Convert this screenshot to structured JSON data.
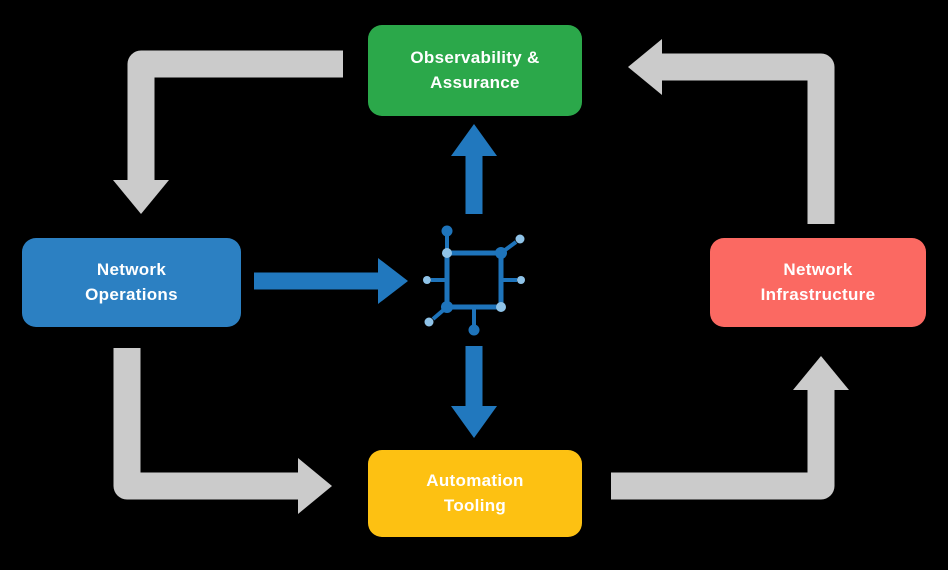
{
  "diagram": {
    "nodes": {
      "observability": {
        "lines": [
          "Observability &",
          "Assurance"
        ],
        "color": "#2BA84A"
      },
      "network_operations": {
        "lines": [
          "Network",
          "Operations"
        ],
        "color": "#2C80C2"
      },
      "network_infrastructure": {
        "lines": [
          "Network",
          "Infrastructure"
        ],
        "color": "#FB6962"
      },
      "automation_tooling": {
        "lines": [
          "Automation",
          "Tooling"
        ],
        "color": "#FDC112"
      }
    },
    "colors": {
      "background": "#000000",
      "arrow_gray": "#CBCBCB",
      "arrow_blue": "#2178BE",
      "icon_blue": "#1E74BB",
      "icon_light_blue": "#8FC3E8",
      "text": "#FFFFFF"
    }
  }
}
